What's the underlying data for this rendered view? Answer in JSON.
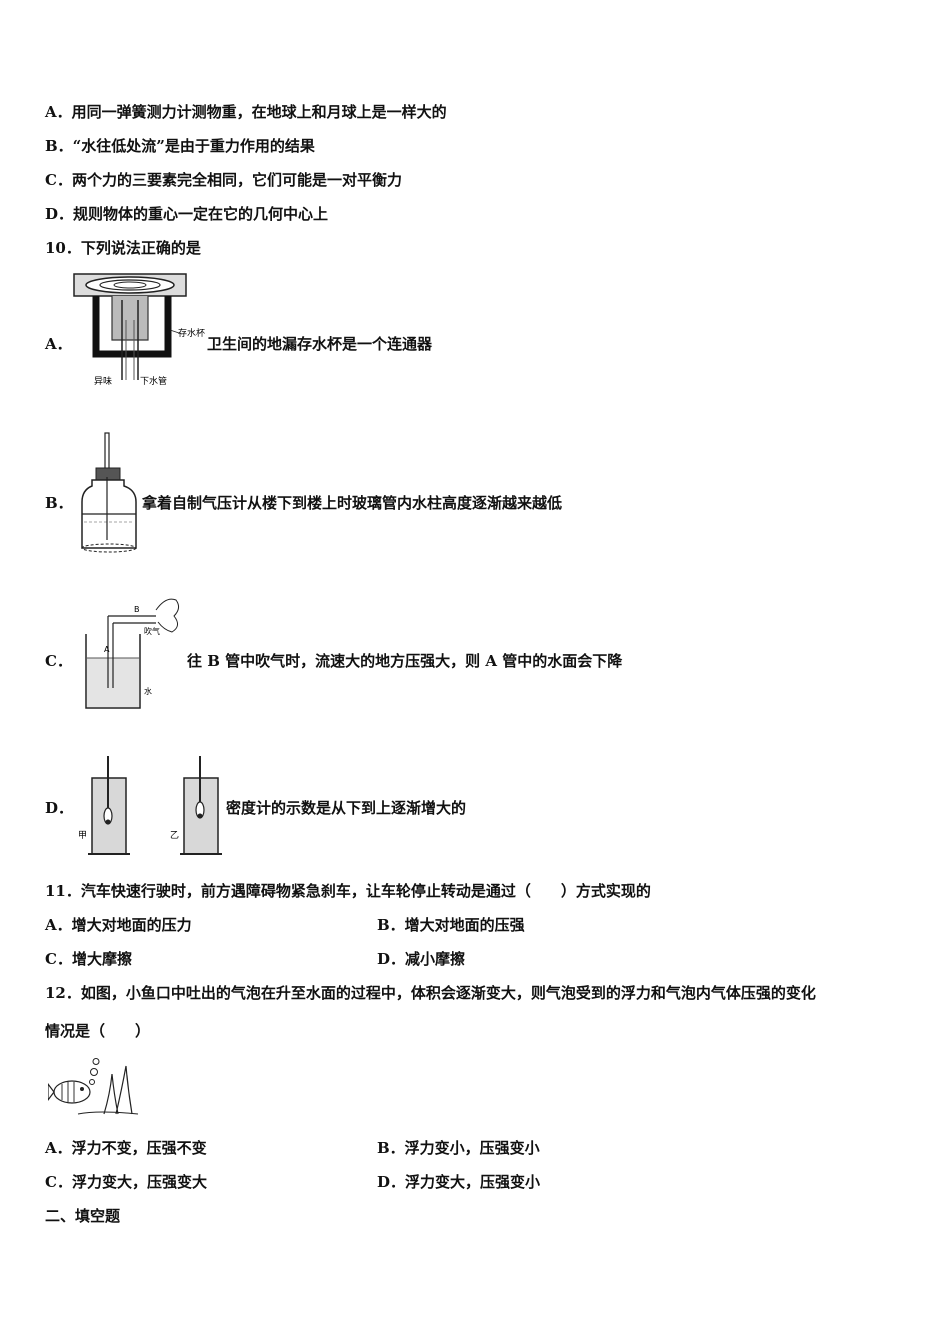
{
  "q9_options": {
    "a": "A．用同一弹簧测力计测物重，在地球上和月球上是一样大的",
    "b": "B．“水往低处流”是由于重力作用的结果",
    "c": "C．两个力的三要素完全相同，它们可能是一对平衡力",
    "d": "D．规则物体的重心一定在它的几何中心上"
  },
  "q10": {
    "stem": "10．下列说法正确的是",
    "a_letter": "A．",
    "a_text": "卫生间的地漏存水杯是一个连通器",
    "a_fig_labels": {
      "cup": "存水杯",
      "smell": "异味",
      "pipe": "下水管"
    },
    "b_letter": "B．",
    "b_text": "拿着自制气压计从楼下到楼上时玻璃管内水柱高度逐渐越来越低",
    "c_letter": "C．",
    "c_text": "往 B 管中吹气时，流速大的地方压强大，则 A 管中的水面会下降",
    "c_fig_labels": {
      "a": "A",
      "b": "B",
      "blow": "吹气",
      "water": "水"
    },
    "d_letter": "D．",
    "d_text": "密度计的示数是从下到上逐渐增大的",
    "d_fig_labels": {
      "jia": "甲",
      "yi": "乙"
    }
  },
  "q11": {
    "stem": "11．汽车快速行驶时，前方遇障碍物紧急刹车，让车轮停止转动是通过（　　）方式实现的",
    "a": "A．增大对地面的压力",
    "b": "B．增大对地面的压强",
    "c": "C．增大摩擦",
    "d": "D．减小摩擦"
  },
  "q12": {
    "stem_line1": "12．如图，小鱼口中吐出的气泡在升至水面的过程中，体积会逐渐变大，则气泡受到的浮力和气泡内气体压强的变化",
    "stem_line2": "情况是（　　）",
    "a": "A．浮力不变，压强不变",
    "b": "B．浮力变小，压强变小",
    "c": "C．浮力变大，压强变大",
    "d": "D．浮力变大，压强变小"
  },
  "section2": "二、填空题"
}
